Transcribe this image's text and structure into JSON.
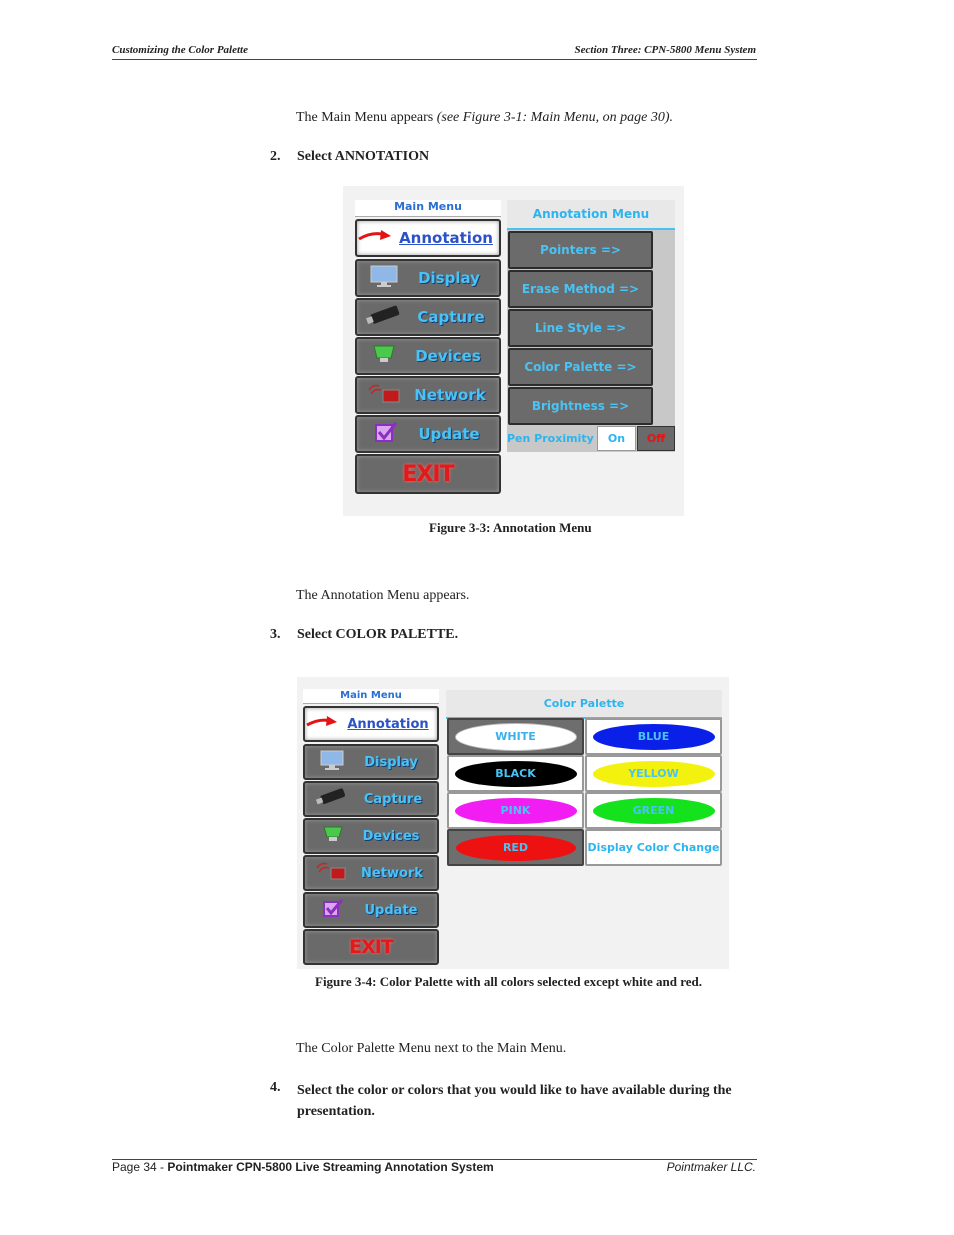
{
  "header": {
    "left": "Customizing the Color Palette",
    "right": "Section Three: CPN-5800 Menu System"
  },
  "intro": {
    "text": "The Main Menu appears ",
    "ref": "(see Figure 3-1: Main Menu, on page 30)."
  },
  "step2": {
    "num": "2.",
    "text": "Select ANNOTATION"
  },
  "main_menu": {
    "title": "Main Menu",
    "items": [
      "Annotation",
      "Display",
      "Capture",
      "Devices",
      "Network",
      "Update",
      "EXIT"
    ]
  },
  "annotation_menu": {
    "title": "Annotation Menu",
    "items": [
      "Pointers =>",
      "Erase Method =>",
      "Line Style =>",
      "Color Palette =>",
      "Brightness =>"
    ],
    "pen_proximity": {
      "label": "Pen Proximity",
      "on": "On",
      "off": "Off"
    }
  },
  "caption1": "Figure 3-3:  Annotation Menu",
  "after1": "The Annotation Menu appears.",
  "step3": {
    "num": "3.",
    "text": "Select COLOR PALETTE."
  },
  "color_palette": {
    "title": "Color Palette",
    "colors": [
      {
        "label": "WHITE",
        "fill": "#ffffff",
        "text": "#3ab0ef",
        "selected": false
      },
      {
        "label": "BLUE",
        "fill": "#0a1fe8",
        "text": "#49c3f5",
        "selected": true
      },
      {
        "label": "BLACK",
        "fill": "#000000",
        "text": "#49c3f5",
        "selected": true
      },
      {
        "label": "YELLOW",
        "fill": "#f3f20e",
        "text": "#49c3f5",
        "selected": true
      },
      {
        "label": "PINK",
        "fill": "#f21df2",
        "text": "#49c3f5",
        "selected": true
      },
      {
        "label": "GREEN",
        "fill": "#14e21c",
        "text": "#49c3f5",
        "selected": true
      },
      {
        "label": "RED",
        "fill": "#ee1111",
        "text": "#49c3f5",
        "selected": false
      }
    ],
    "display_change": "Display Color Change"
  },
  "caption2": "Figure 3-4:   Color Palette with all colors selected except white and red.",
  "after2": "The Color Palette Menu next to the Main Menu.",
  "step4": {
    "num": "4.",
    "text": "Select the color or colors that you would like to have available during the presentation."
  },
  "footer": {
    "page": "Page 34 - ",
    "title": "Pointmaker CPN-5800 Live Streaming Annotation System",
    "company": "Pointmaker LLC."
  }
}
